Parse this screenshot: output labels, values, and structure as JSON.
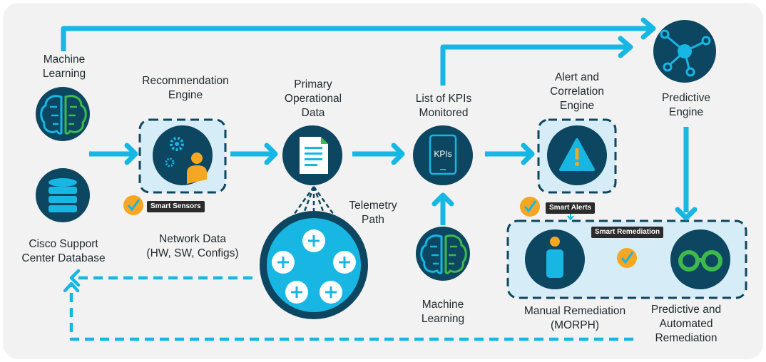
{
  "colors": {
    "arrow": "#17b6e3",
    "dark_circle": "#0d4660",
    "light_box": "#d6ecf6",
    "dashed": "#0d4660",
    "check": "#f5a623",
    "panel": "#f2f2f2",
    "green": "#3dba4e",
    "orange": "#f5a623"
  },
  "nodes": {
    "ml_top": {
      "label": "Machine\nLearning",
      "icon": "brain-icon"
    },
    "cisco_db": {
      "label": "Cisco Support\nCenter Database",
      "icon": "database-icon"
    },
    "recommendation": {
      "label": "Recommendation\nEngine",
      "icon": "gear-person-icon"
    },
    "operational": {
      "label": "Primary\nOperational\nData",
      "icon": "document-icon"
    },
    "kpis": {
      "label": "List of KPIs\nMonitored",
      "icon": "tablet-icon",
      "screen_text": "KPIs"
    },
    "alert": {
      "label": "Alert and\nCorrelation\nEngine",
      "icon": "warning-icon"
    },
    "predictive": {
      "label": "Predictive\nEngine",
      "icon": "network-hub-icon"
    },
    "network_data": {
      "label": "Network Data\n(HW, SW, Configs)",
      "icon": "routers-icon"
    },
    "telemetry": {
      "label": "Telemetry\nPath"
    },
    "ml_bottom": {
      "label": "Machine\nLearning",
      "icon": "brain-icon"
    },
    "manual_remediation": {
      "label": "Manual Remediation\n(MORPH)",
      "icon": "info-person-icon"
    },
    "automated_remediation": {
      "label": "Predictive and\nAutomated\nRemediation",
      "icon": "binoculars-icon"
    }
  },
  "badges": {
    "smart_sensors": "Smart Sensors",
    "smart_alerts": "Smart Alerts",
    "smart_remediation": "Smart Remediation"
  }
}
